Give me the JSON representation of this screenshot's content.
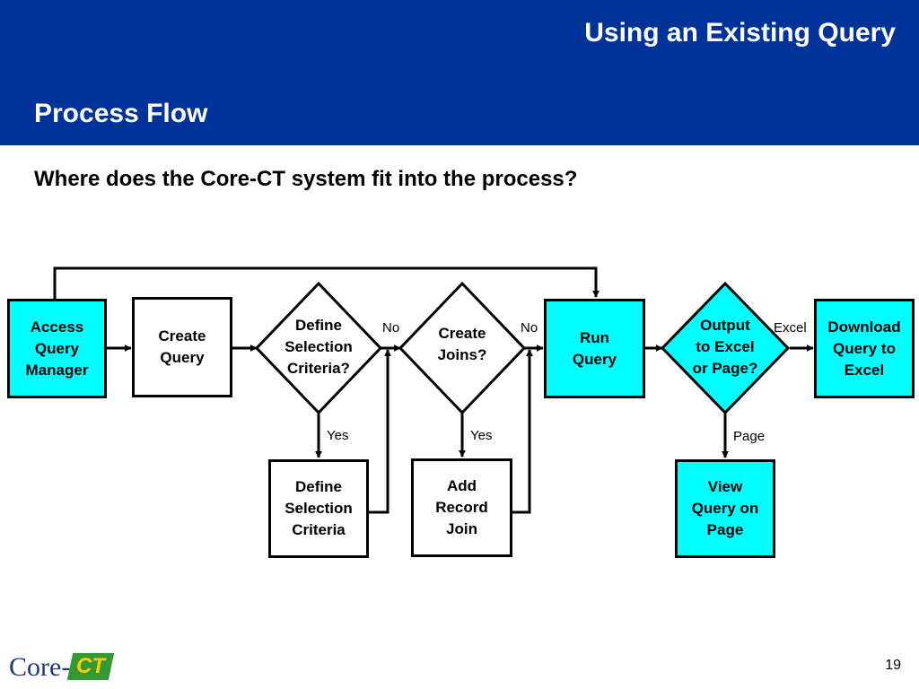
{
  "header": {
    "slide_title": "Using an Existing Query",
    "section_title": "Process Flow",
    "background_color": "#003399"
  },
  "subtitle": "Where does the Core-CT system fit into the process?",
  "diagram": {
    "nodes": {
      "access_query_manager": {
        "label": "Access\nQuery\nManager",
        "shape": "rectangle",
        "fill": "#00ffff"
      },
      "create_query": {
        "label": "Create\nQuery",
        "shape": "rectangle",
        "fill": "#ffffff"
      },
      "define_selection_decision": {
        "label": "Define\nSelection\nCriteria?",
        "shape": "diamond",
        "fill": "#ffffff"
      },
      "create_joins_decision": {
        "label": "Create\nJoins?",
        "shape": "diamond",
        "fill": "#ffffff"
      },
      "run_query": {
        "label": "Run\nQuery",
        "shape": "rectangle",
        "fill": "#00ffff"
      },
      "output_decision": {
        "label": "Output\nto Excel\nor Page?",
        "shape": "diamond",
        "fill": "#00ffff"
      },
      "download_to_excel": {
        "label": "Download\nQuery to\nExcel",
        "shape": "rectangle",
        "fill": "#00ffff"
      },
      "define_selection_criteria": {
        "label": "Define\nSelection\nCriteria",
        "shape": "rectangle",
        "fill": "#ffffff"
      },
      "add_record_join": {
        "label": "Add\nRecord\nJoin",
        "shape": "rectangle",
        "fill": "#ffffff"
      },
      "view_query_on_page": {
        "label": "View\nQuery on\nPage",
        "shape": "rectangle",
        "fill": "#00ffff"
      }
    },
    "edge_labels": {
      "no_1": "No",
      "no_2": "No",
      "yes_1": "Yes",
      "yes_2": "Yes",
      "excel": "Excel",
      "page": "Page"
    }
  },
  "footer": {
    "logo_text_core": "Core-",
    "logo_text_ct": "CT",
    "page_number": "19"
  }
}
